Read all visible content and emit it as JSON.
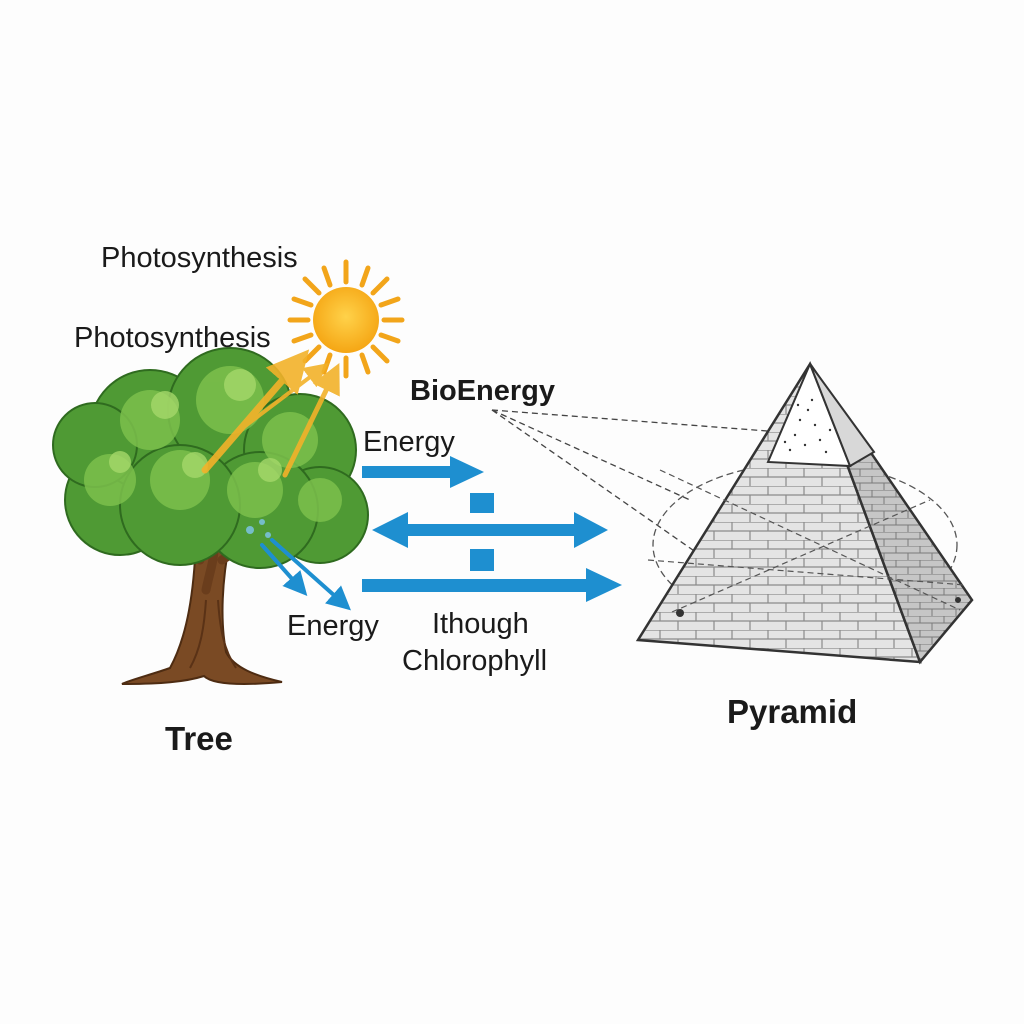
{
  "labels": {
    "photosynthesis_top": "Photosynthesis",
    "photosynthesis_side": "Photosynthesis",
    "bioenergy": "BioEnergy",
    "energy_upper": "Energy",
    "energy_lower": "Energy",
    "through_line1": "Ithough",
    "through_line2": "Chlorophyll",
    "tree": "Tree",
    "pyramid": "Pyramid"
  },
  "colors": {
    "arrow_blue": "#1e8fd0",
    "sun": "#f6b318",
    "sun_ray": "#f2a51a",
    "foliage": "#5aa33a",
    "trunk": "#7a4a24",
    "pyramid_face": "#dcdcdc"
  }
}
